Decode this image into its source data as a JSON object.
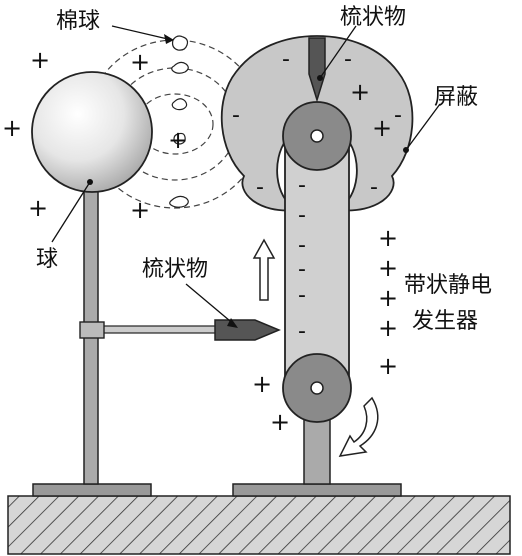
{
  "labels": {
    "cotton_ball": "棉球",
    "comb_top": "梳状物",
    "shield": "屏蔽",
    "sphere": "球",
    "comb_left": "梳状物",
    "generator_line1": "带状静电",
    "generator_line2": "发生器"
  },
  "charges": {
    "plus": "+",
    "minus": "-"
  }
}
